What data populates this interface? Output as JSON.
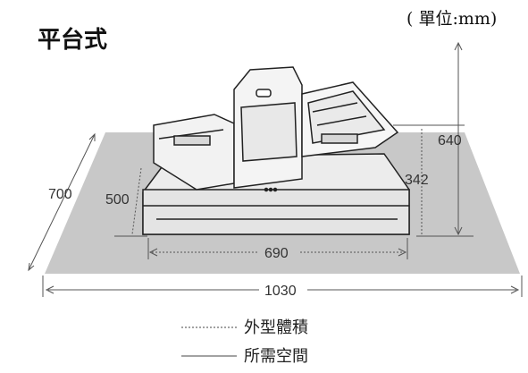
{
  "title": "平台式",
  "unit": "( 單位:mm)",
  "dimensions": {
    "height_total": "640",
    "height_device": "342",
    "depth_total": "700",
    "depth_device": "500",
    "width_device": "690",
    "width_total": "1030"
  },
  "legend": {
    "dotted_label": "外型體積",
    "solid_label": "所需空間"
  },
  "colors": {
    "floor": "#c8c8c8",
    "device_body": "#ececec",
    "outline": "#222222",
    "dim_line": "#555555"
  }
}
